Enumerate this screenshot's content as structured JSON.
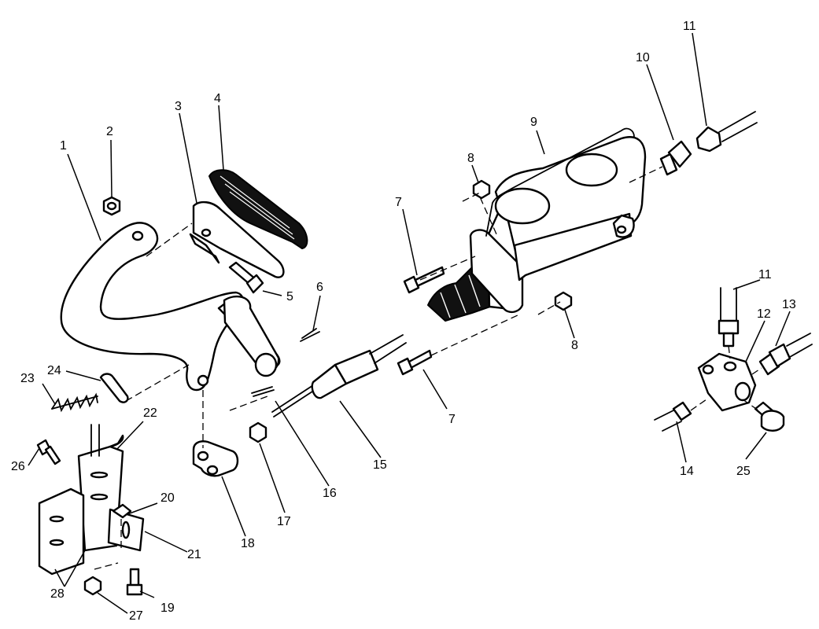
{
  "callouts": {
    "c1": "1",
    "c2": "2",
    "c3": "3",
    "c4": "4",
    "c5": "5",
    "c6": "6",
    "c7a": "7",
    "c7b": "7",
    "c8a": "8",
    "c8b": "8",
    "c9": "9",
    "c10": "10",
    "c11a": "11",
    "c11b": "11",
    "c12": "12",
    "c13": "13",
    "c14": "14",
    "c15": "15",
    "c16": "16",
    "c17": "17",
    "c18": "18",
    "c19": "19",
    "c20": "20",
    "c21": "21",
    "c22": "22",
    "c23": "23",
    "c24": "24",
    "c25": "25",
    "c26": "26",
    "c27": "27",
    "c28": "28"
  },
  "colors": {
    "line": "#000000",
    "background": "#ffffff",
    "rubber": "#111111"
  }
}
